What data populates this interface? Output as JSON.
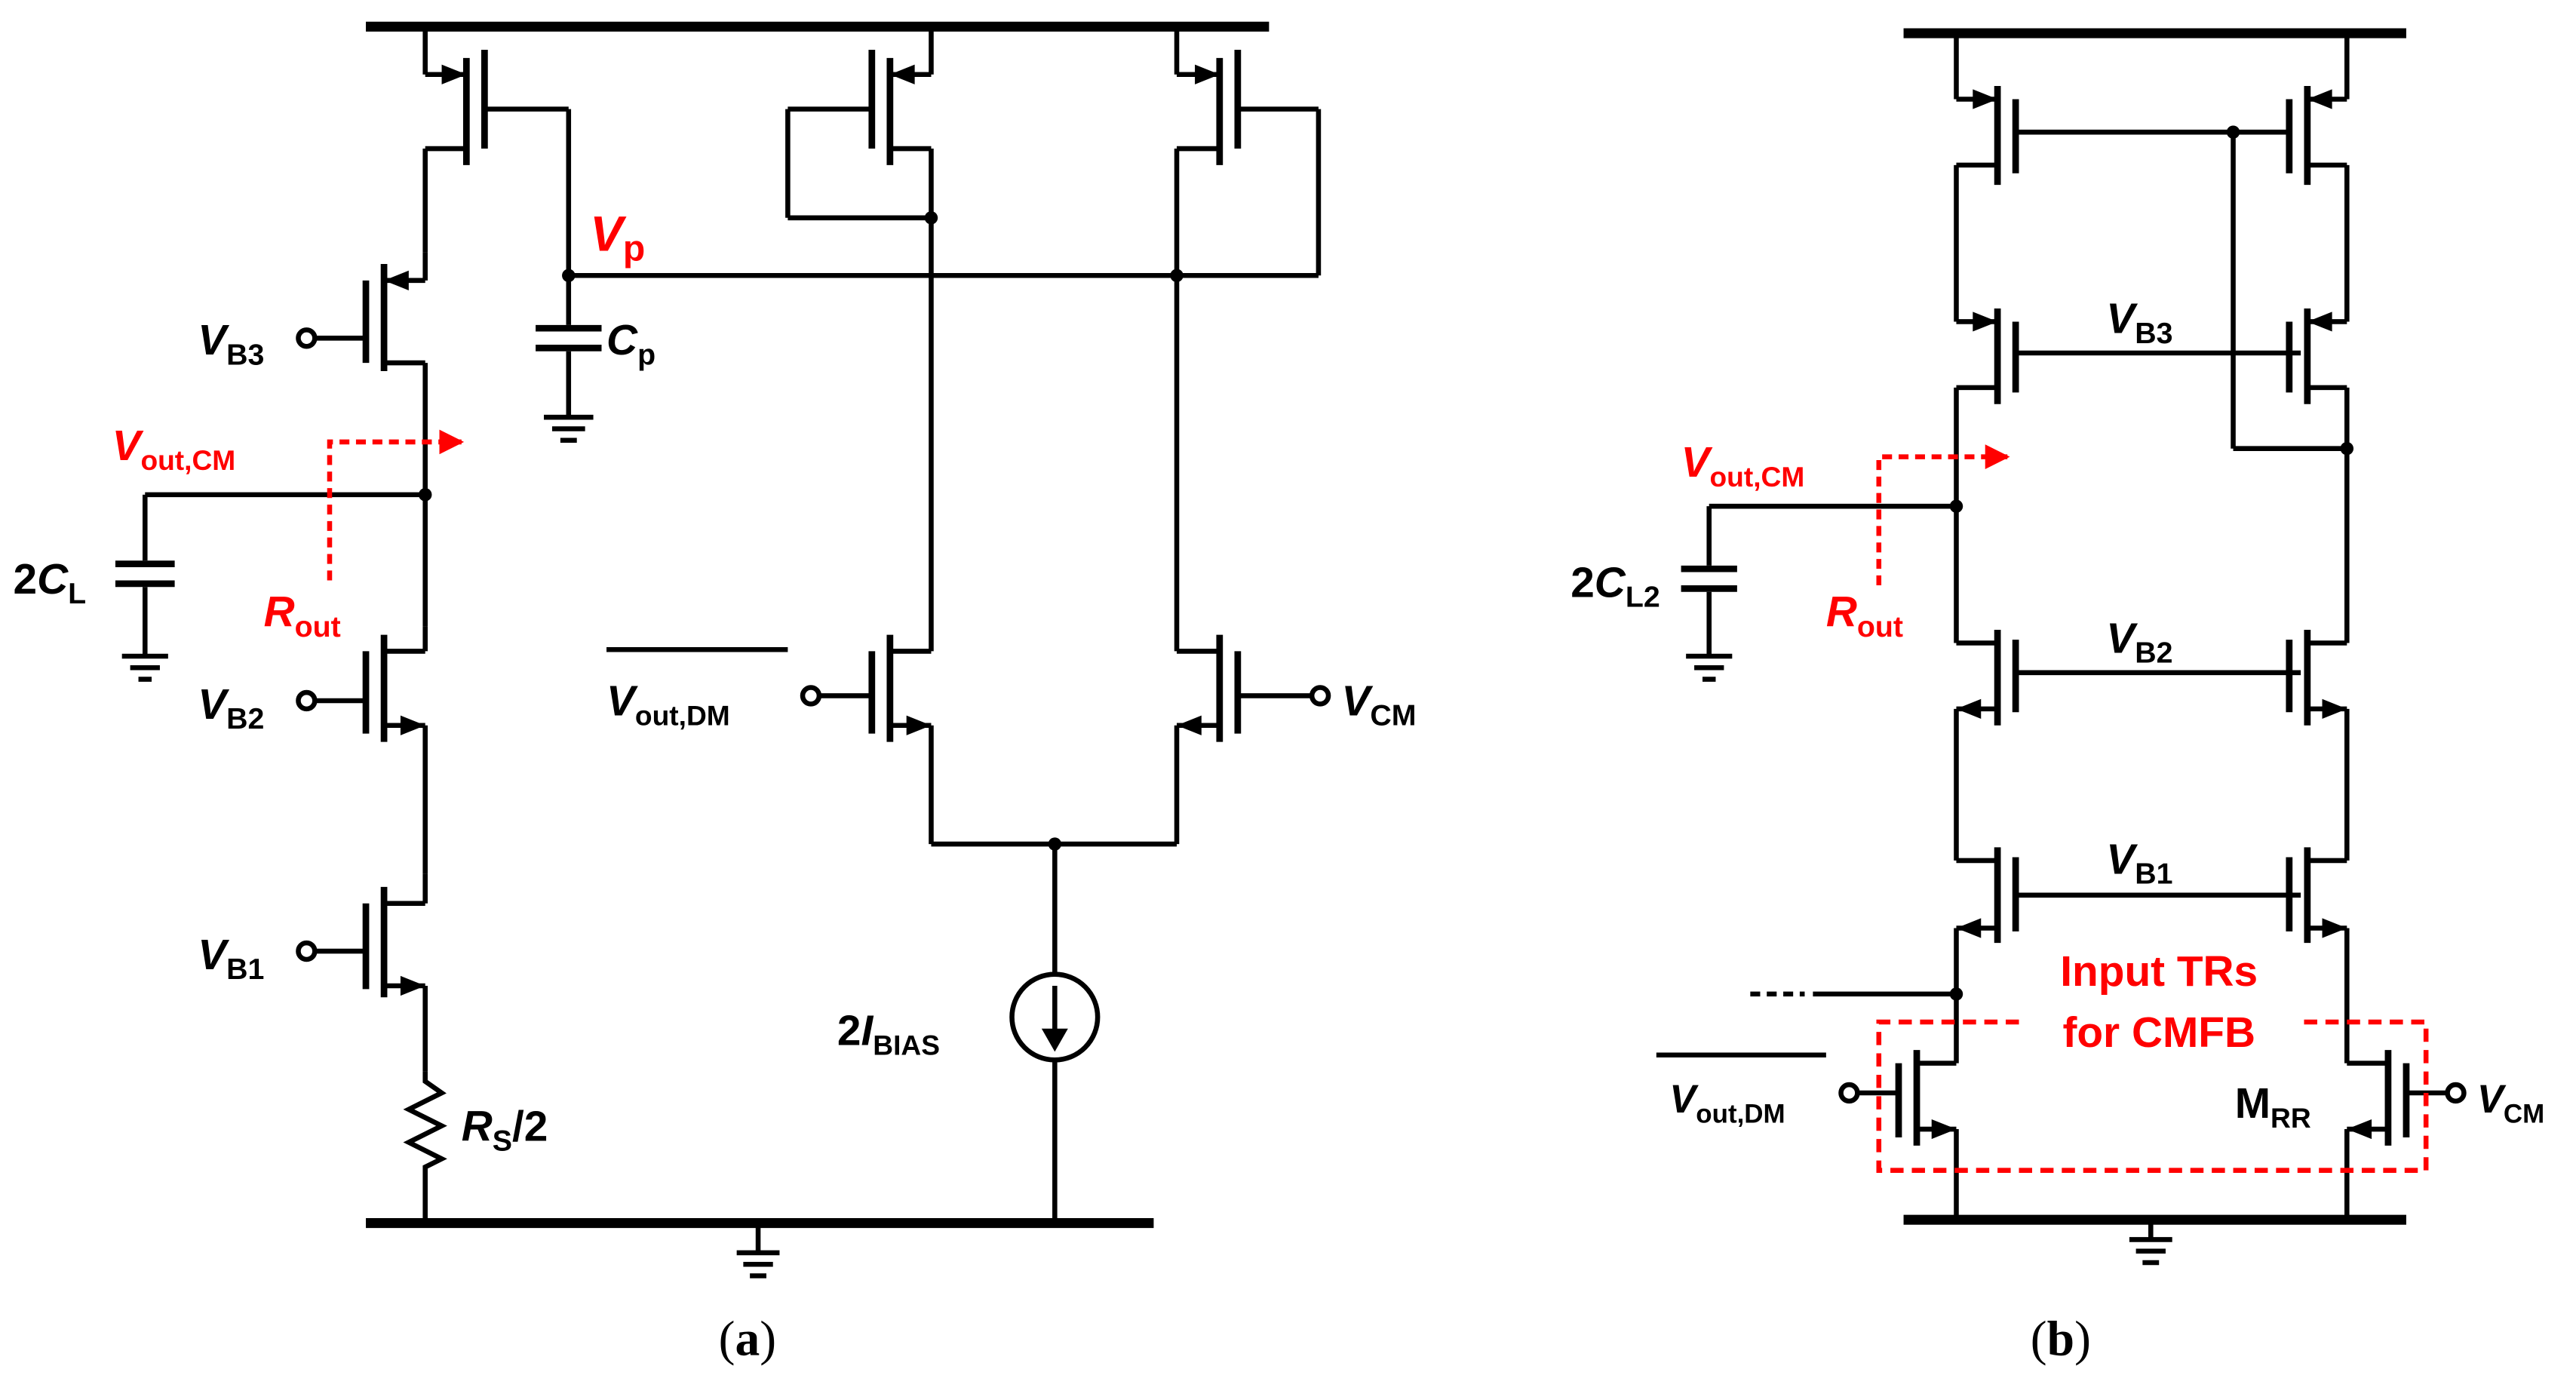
{
  "colors": {
    "wire": "#000000",
    "accent": "#ff0000",
    "background": "#ffffff"
  },
  "panel_a": {
    "caption_open": "(",
    "caption_letter": "a",
    "caption_close": ")",
    "vb3": {
      "main": "V",
      "sub": "B3"
    },
    "vb2": {
      "main": "V",
      "sub": "B2"
    },
    "vb1": {
      "main": "V",
      "sub": "B1"
    },
    "vp": {
      "main": "V",
      "sub": "p"
    },
    "cp": {
      "main": "C",
      "sub": "p"
    },
    "vout_cm": {
      "main": "V",
      "sub": "out,CM"
    },
    "cl": {
      "pre": "2",
      "main": "C",
      "sub": "L"
    },
    "rout": {
      "main": "R",
      "sub": "out"
    },
    "vout_dm": {
      "main": "V",
      "sub": "out,DM"
    },
    "vcm": {
      "main": "V",
      "sub": "CM"
    },
    "ibias": {
      "pre": "2",
      "main": "I",
      "sub": "BIAS"
    },
    "rs": {
      "main": "R",
      "sub": "S",
      "post": "/2"
    }
  },
  "panel_b": {
    "caption_open": "(",
    "caption_letter": "b",
    "caption_close": ")",
    "vb3": {
      "main": "V",
      "sub": "B3"
    },
    "vb2": {
      "main": "V",
      "sub": "B2"
    },
    "vb1": {
      "main": "V",
      "sub": "B1"
    },
    "vout_cm": {
      "main": "V",
      "sub": "out,CM"
    },
    "cl2": {
      "pre": "2",
      "main": "C",
      "sub": "L2"
    },
    "rout": {
      "main": "R",
      "sub": "out"
    },
    "input_trs_line1": "Input TRs",
    "input_trs_line2": "for CMFB",
    "mrr": {
      "main": "M",
      "sub": "RR"
    },
    "vout_dm": {
      "main": "V",
      "sub": "out,DM"
    },
    "vcm": {
      "main": "V",
      "sub": "CM"
    }
  }
}
